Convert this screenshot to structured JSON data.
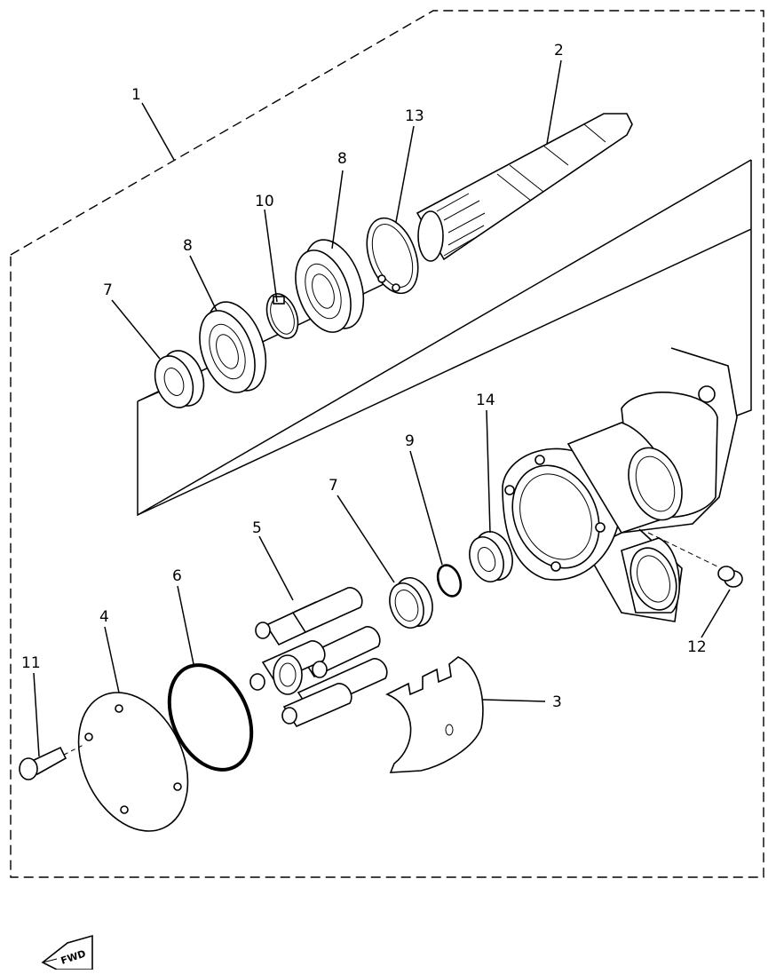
{
  "callouts": {
    "c1": "1",
    "c2": "2",
    "c3": "3",
    "c4": "4",
    "c5": "5",
    "c6": "6",
    "c7a": "7",
    "c7b": "7",
    "c8a": "8",
    "c8b": "8",
    "c9": "9",
    "c10": "10",
    "c11": "11",
    "c12": "12",
    "c13": "13",
    "c14": "14"
  },
  "direction_badge": "FWD"
}
